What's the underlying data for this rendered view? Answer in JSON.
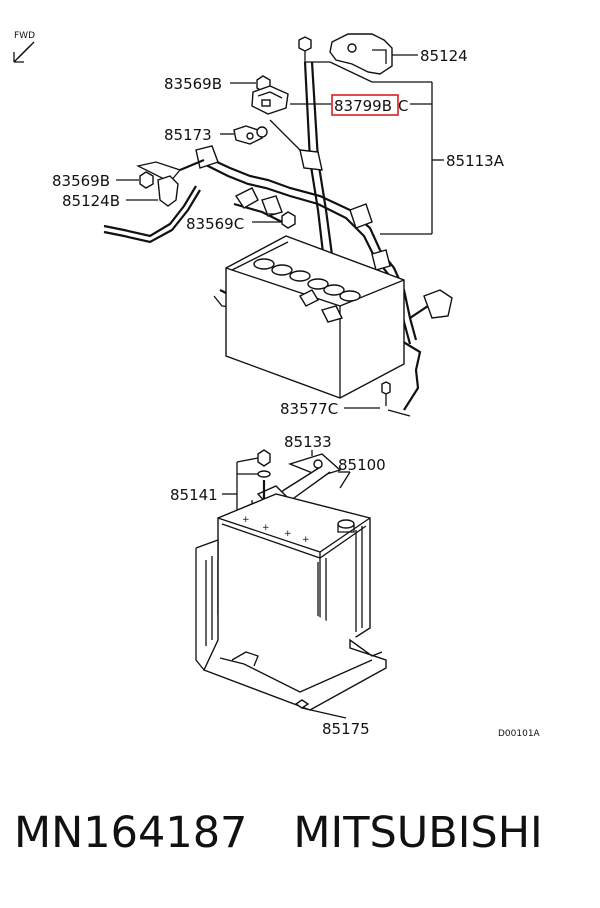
{
  "diagram": {
    "fwd_label": "FWD",
    "drawing_id": "D00101A",
    "highlight_color": "#d9201f",
    "labels": {
      "p85124": "85124",
      "p83569B_top": "83569B",
      "p83799B": "83799B",
      "p83799B_suffix": "C",
      "p85173": "85173",
      "p85113A": "85113A",
      "p83569B_left": "83569B",
      "p85124B": "85124B",
      "p83569C": "83569C",
      "p83577C": "83577C",
      "p85133": "85133",
      "p85100": "85100",
      "p85141": "85141",
      "p85175": "85175"
    }
  },
  "caption": {
    "part_number": "MN164187",
    "brand": "MITSUBISHI"
  }
}
